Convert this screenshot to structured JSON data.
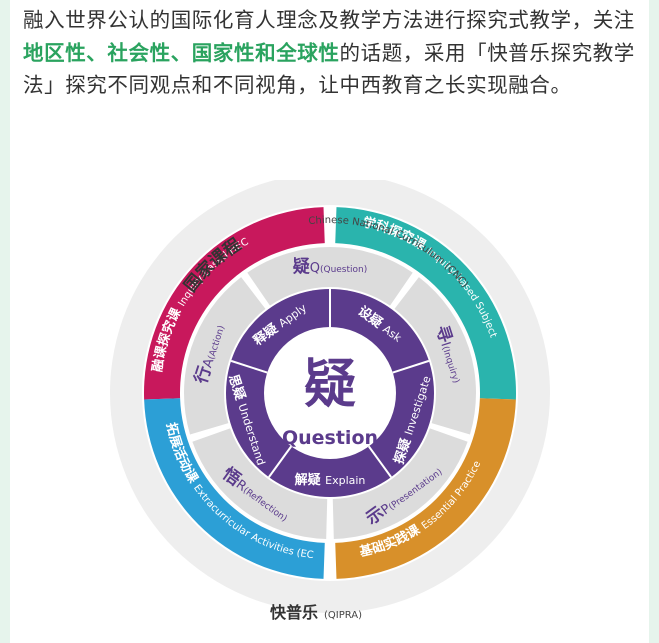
{
  "intro": {
    "part1": "融入世界公认的国际化育人理念及教学方法进行探究式教学，关注",
    "highlight": "地区性、社会性、国家性和全球性",
    "part2": "的话题，采用「快普乐探究教学法」探究不同观点和不同视角，让中西教育之长实现融合。"
  },
  "diagram": {
    "center": {
      "char": "疑",
      "word": "Question"
    },
    "outer_labels": {
      "top_cn": "国家课程",
      "top_en": "Chinese National Curriculum (CNC)",
      "bottom_cn": "快普乐",
      "bottom_en": "(QIPRA)"
    },
    "colors": {
      "magenta": "#c8185c",
      "teal": "#2ab4ad",
      "orange": "#d8902a",
      "blue": "#2c9fd6",
      "purple": "#5b3b8c",
      "gray": "#dcdcdc"
    },
    "courses": [
      {
        "cn": "融课探究课",
        "en": "Inquiry-based HEC",
        "color": "#c8185c"
      },
      {
        "cn": "学科探究课",
        "en": "Inquiry-based Subject",
        "color": "#2ab4ad"
      },
      {
        "cn": "基础实践课",
        "en": "Essential Practice",
        "color": "#d8902a"
      },
      {
        "cn": "拓展活动课",
        "en": "Extracurricular Activities (ECA)",
        "color": "#2c9fd6"
      }
    ],
    "phases": [
      {
        "cn": "疑",
        "letter": "Q",
        "en": "(Question)"
      },
      {
        "cn": "寻",
        "letter": "I",
        "en": "(Inquiry)"
      },
      {
        "cn": "示",
        "letter": "P",
        "en": "(Presentation)"
      },
      {
        "cn": "悟",
        "letter": "R",
        "en": "(Reflection)"
      },
      {
        "cn": "行",
        "letter": "A",
        "en": "(Action)"
      }
    ],
    "inner": [
      {
        "cn": "设疑",
        "en": "Ask"
      },
      {
        "cn": "探疑",
        "en": "Investigate"
      },
      {
        "cn": "解疑",
        "en": "Explain"
      },
      {
        "cn": "思疑",
        "en": "Understand"
      },
      {
        "cn": "释疑",
        "en": "Apply"
      }
    ]
  }
}
